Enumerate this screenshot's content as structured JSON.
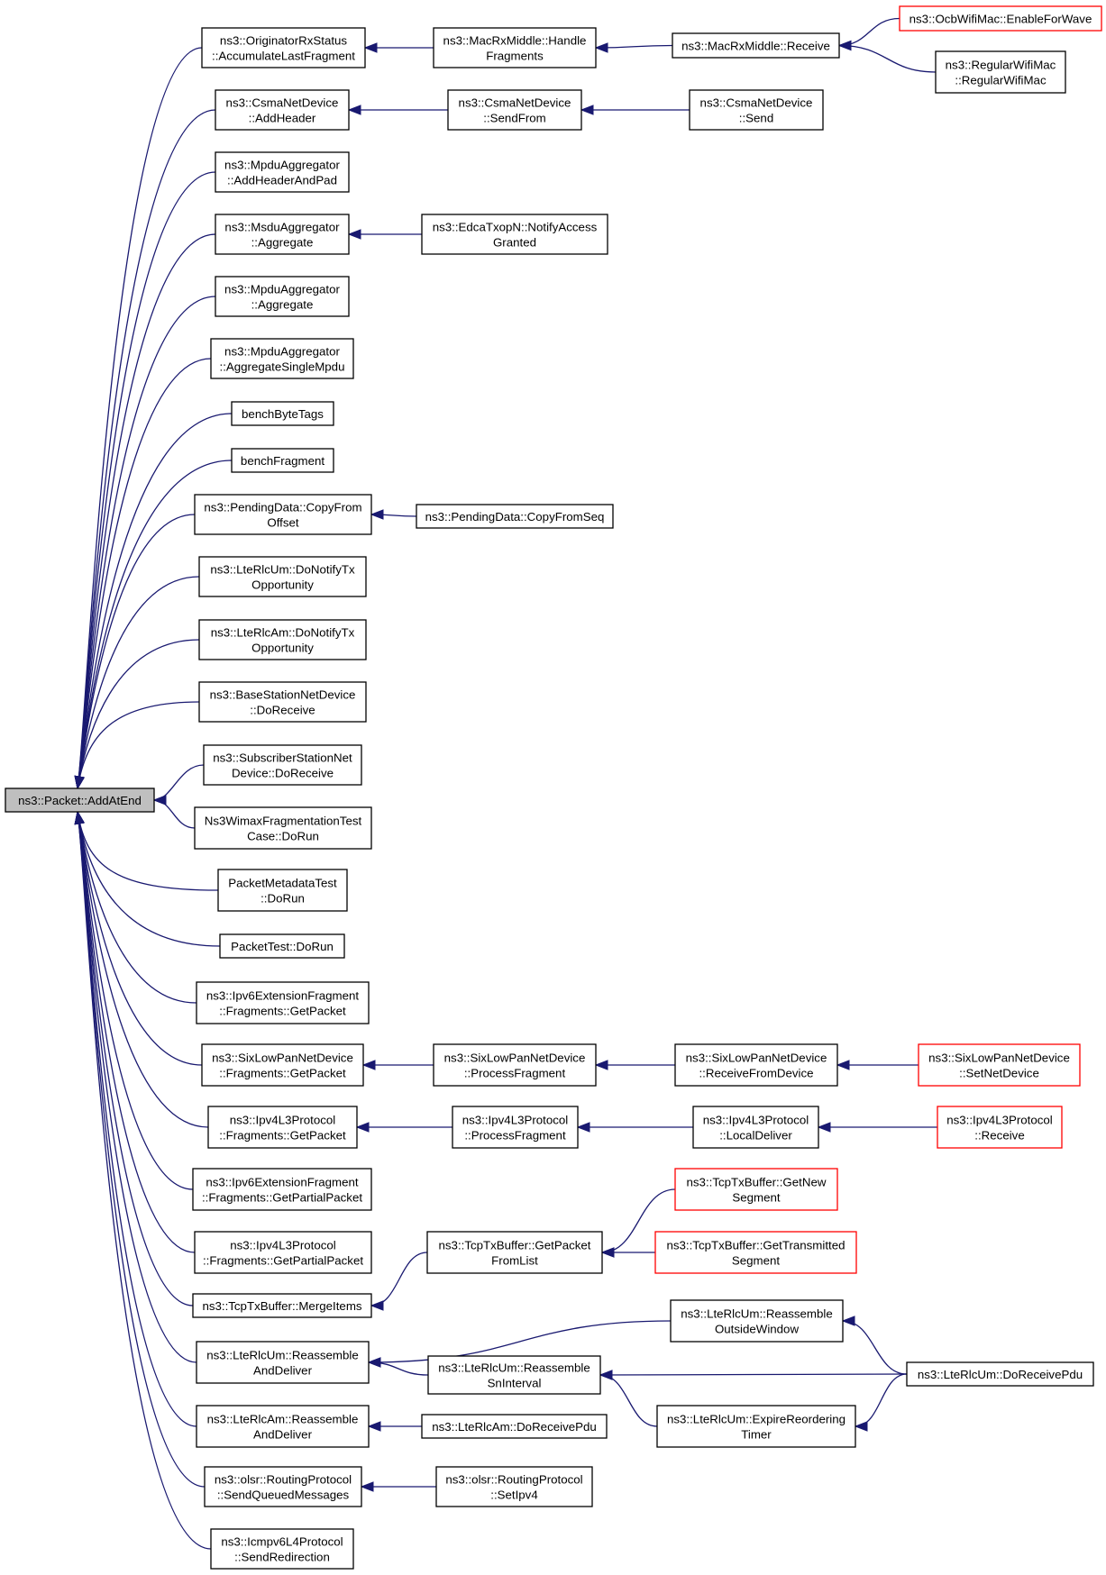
{
  "colors": {
    "edge": "#191970",
    "root_fill": "#bfbfbf",
    "truncated_border": "#ff0000",
    "node_border": "#000000"
  },
  "nodes": [
    {
      "id": "root",
      "lines": [
        "ns3::Packet::AddAtEnd"
      ],
      "style": "root"
    },
    {
      "id": "orig",
      "lines": [
        "ns3::OriginatorRxStatus",
        "::AccumulateLastFragment"
      ]
    },
    {
      "id": "macmid_hf",
      "lines": [
        "ns3::MacRxMiddle::Handle",
        "Fragments"
      ]
    },
    {
      "id": "macmid_rx",
      "lines": [
        "ns3::MacRxMiddle::Receive"
      ]
    },
    {
      "id": "ocb",
      "lines": [
        "ns3::OcbWifiMac::EnableForWave"
      ],
      "style": "red"
    },
    {
      "id": "regwifi",
      "lines": [
        "ns3::RegularWifiMac",
        "::RegularWifiMac"
      ]
    },
    {
      "id": "csma_ah",
      "lines": [
        "ns3::CsmaNetDevice",
        "::AddHeader"
      ]
    },
    {
      "id": "csma_sf",
      "lines": [
        "ns3::CsmaNetDevice",
        "::SendFrom"
      ]
    },
    {
      "id": "csma_s",
      "lines": [
        "ns3::CsmaNetDevice",
        "::Send"
      ]
    },
    {
      "id": "mpdu_ahp",
      "lines": [
        "ns3::MpduAggregator",
        "::AddHeaderAndPad"
      ]
    },
    {
      "id": "msdu_agg",
      "lines": [
        "ns3::MsduAggregator",
        "::Aggregate"
      ]
    },
    {
      "id": "edca",
      "lines": [
        "ns3::EdcaTxopN::NotifyAccess",
        "Granted"
      ]
    },
    {
      "id": "mpdu_agg",
      "lines": [
        "ns3::MpduAggregator",
        "::Aggregate"
      ]
    },
    {
      "id": "mpdu_asm",
      "lines": [
        "ns3::MpduAggregator",
        "::AggregateSingleMpdu"
      ]
    },
    {
      "id": "bbt",
      "lines": [
        "benchByteTags"
      ]
    },
    {
      "id": "bfr",
      "lines": [
        "benchFragment"
      ]
    },
    {
      "id": "pd_cfo",
      "lines": [
        "ns3::PendingData::CopyFrom",
        "Offset"
      ]
    },
    {
      "id": "pd_cfs",
      "lines": [
        "ns3::PendingData::CopyFromSeq"
      ]
    },
    {
      "id": "um_dntx",
      "lines": [
        "ns3::LteRlcUm::DoNotifyTx",
        "Opportunity"
      ]
    },
    {
      "id": "am_dntx",
      "lines": [
        "ns3::LteRlcAm::DoNotifyTx",
        "Opportunity"
      ]
    },
    {
      "id": "bs_dr",
      "lines": [
        "ns3::BaseStationNetDevice",
        "::DoReceive"
      ]
    },
    {
      "id": "ss_dr",
      "lines": [
        "ns3::SubscriberStationNet",
        "Device::DoReceive"
      ]
    },
    {
      "id": "wimax",
      "lines": [
        "Ns3WimaxFragmentationTest",
        "Case::DoRun"
      ]
    },
    {
      "id": "pmt",
      "lines": [
        "PacketMetadataTest",
        "::DoRun"
      ]
    },
    {
      "id": "pt",
      "lines": [
        "PacketTest::DoRun"
      ]
    },
    {
      "id": "ipv6f_gp",
      "lines": [
        "ns3::Ipv6ExtensionFragment",
        "::Fragments::GetPacket"
      ]
    },
    {
      "id": "sixlp_gp",
      "lines": [
        "ns3::SixLowPanNetDevice",
        "::Fragments::GetPacket"
      ]
    },
    {
      "id": "sixlp_pf",
      "lines": [
        "ns3::SixLowPanNetDevice",
        "::ProcessFragment"
      ]
    },
    {
      "id": "sixlp_rfd",
      "lines": [
        "ns3::SixLowPanNetDevice",
        "::ReceiveFromDevice"
      ]
    },
    {
      "id": "sixlp_snd",
      "lines": [
        "ns3::SixLowPanNetDevice",
        "::SetNetDevice"
      ],
      "style": "red"
    },
    {
      "id": "ipv4_gp",
      "lines": [
        "ns3::Ipv4L3Protocol",
        "::Fragments::GetPacket"
      ]
    },
    {
      "id": "ipv4_pf",
      "lines": [
        "ns3::Ipv4L3Protocol",
        "::ProcessFragment"
      ]
    },
    {
      "id": "ipv4_ld",
      "lines": [
        "ns3::Ipv4L3Protocol",
        "::LocalDeliver"
      ]
    },
    {
      "id": "ipv4_rx",
      "lines": [
        "ns3::Ipv4L3Protocol",
        "::Receive"
      ],
      "style": "red"
    },
    {
      "id": "ipv6f_gpp",
      "lines": [
        "ns3::Ipv6ExtensionFragment",
        "::Fragments::GetPartialPacket"
      ]
    },
    {
      "id": "ipv4_gpp",
      "lines": [
        "ns3::Ipv4L3Protocol",
        "::Fragments::GetPartialPacket"
      ]
    },
    {
      "id": "tcp_gns",
      "lines": [
        "ns3::TcpTxBuffer::GetNew",
        "Segment"
      ],
      "style": "red"
    },
    {
      "id": "tcp_gpfl",
      "lines": [
        "ns3::TcpTxBuffer::GetPacket",
        "FromList"
      ]
    },
    {
      "id": "tcp_gts",
      "lines": [
        "ns3::TcpTxBuffer::GetTransmitted",
        "Segment"
      ],
      "style": "red"
    },
    {
      "id": "tcp_mi",
      "lines": [
        "ns3::TcpTxBuffer::MergeItems"
      ]
    },
    {
      "id": "um_row",
      "lines": [
        "ns3::LteRlcUm::Reassemble",
        "OutsideWindow"
      ]
    },
    {
      "id": "um_rad",
      "lines": [
        "ns3::LteRlcUm::Reassemble",
        "AndDeliver"
      ]
    },
    {
      "id": "um_rsi",
      "lines": [
        "ns3::LteRlcUm::Reassemble",
        "SnInterval"
      ]
    },
    {
      "id": "um_drp",
      "lines": [
        "ns3::LteRlcUm::DoReceivePdu"
      ]
    },
    {
      "id": "um_ert",
      "lines": [
        "ns3::LteRlcUm::ExpireReordering",
        "Timer"
      ]
    },
    {
      "id": "am_rad",
      "lines": [
        "ns3::LteRlcAm::Reassemble",
        "AndDeliver"
      ]
    },
    {
      "id": "am_drp",
      "lines": [
        "ns3::LteRlcAm::DoReceivePdu"
      ]
    },
    {
      "id": "olsr_sqm",
      "lines": [
        "ns3::olsr::RoutingProtocol",
        "::SendQueuedMessages"
      ]
    },
    {
      "id": "olsr_si",
      "lines": [
        "ns3::olsr::RoutingProtocol",
        "::SetIpv4"
      ]
    },
    {
      "id": "icmp_sr",
      "lines": [
        "ns3::Icmpv6L4Protocol",
        "::SendRedirection"
      ]
    }
  ],
  "edges": [
    {
      "from": "orig",
      "to": "root"
    },
    {
      "from": "csma_ah",
      "to": "root"
    },
    {
      "from": "mpdu_ahp",
      "to": "root"
    },
    {
      "from": "msdu_agg",
      "to": "root"
    },
    {
      "from": "mpdu_agg",
      "to": "root"
    },
    {
      "from": "mpdu_asm",
      "to": "root"
    },
    {
      "from": "bbt",
      "to": "root"
    },
    {
      "from": "bfr",
      "to": "root"
    },
    {
      "from": "pd_cfo",
      "to": "root"
    },
    {
      "from": "um_dntx",
      "to": "root"
    },
    {
      "from": "am_dntx",
      "to": "root"
    },
    {
      "from": "bs_dr",
      "to": "root"
    },
    {
      "from": "ss_dr",
      "to": "root"
    },
    {
      "from": "wimax",
      "to": "root"
    },
    {
      "from": "pmt",
      "to": "root"
    },
    {
      "from": "pt",
      "to": "root"
    },
    {
      "from": "ipv6f_gp",
      "to": "root"
    },
    {
      "from": "sixlp_gp",
      "to": "root"
    },
    {
      "from": "ipv4_gp",
      "to": "root"
    },
    {
      "from": "ipv6f_gpp",
      "to": "root"
    },
    {
      "from": "ipv4_gpp",
      "to": "root"
    },
    {
      "from": "tcp_mi",
      "to": "root"
    },
    {
      "from": "um_rad",
      "to": "root"
    },
    {
      "from": "am_rad",
      "to": "root"
    },
    {
      "from": "olsr_sqm",
      "to": "root"
    },
    {
      "from": "icmp_sr",
      "to": "root"
    },
    {
      "from": "macmid_hf",
      "to": "orig"
    },
    {
      "from": "macmid_rx",
      "to": "macmid_hf"
    },
    {
      "from": "ocb",
      "to": "macmid_rx"
    },
    {
      "from": "regwifi",
      "to": "macmid_rx"
    },
    {
      "from": "csma_sf",
      "to": "csma_ah"
    },
    {
      "from": "csma_s",
      "to": "csma_sf"
    },
    {
      "from": "edca",
      "to": "msdu_agg"
    },
    {
      "from": "pd_cfs",
      "to": "pd_cfo"
    },
    {
      "from": "sixlp_pf",
      "to": "sixlp_gp"
    },
    {
      "from": "sixlp_rfd",
      "to": "sixlp_pf"
    },
    {
      "from": "sixlp_snd",
      "to": "sixlp_rfd"
    },
    {
      "from": "ipv4_pf",
      "to": "ipv4_gp"
    },
    {
      "from": "ipv4_ld",
      "to": "ipv4_pf"
    },
    {
      "from": "ipv4_rx",
      "to": "ipv4_ld"
    },
    {
      "from": "tcp_gpfl",
      "to": "tcp_mi"
    },
    {
      "from": "tcp_gns",
      "to": "tcp_gpfl"
    },
    {
      "from": "tcp_gts",
      "to": "tcp_gpfl"
    },
    {
      "from": "um_row",
      "to": "um_rad"
    },
    {
      "from": "um_rsi",
      "to": "um_rad"
    },
    {
      "from": "um_drp",
      "to": "um_row"
    },
    {
      "from": "um_drp",
      "to": "um_rsi"
    },
    {
      "from": "um_ert",
      "to": "um_rsi"
    },
    {
      "from": "um_drp",
      "to": "um_ert"
    },
    {
      "from": "am_drp",
      "to": "am_rad"
    },
    {
      "from": "olsr_si",
      "to": "olsr_sqm"
    }
  ]
}
